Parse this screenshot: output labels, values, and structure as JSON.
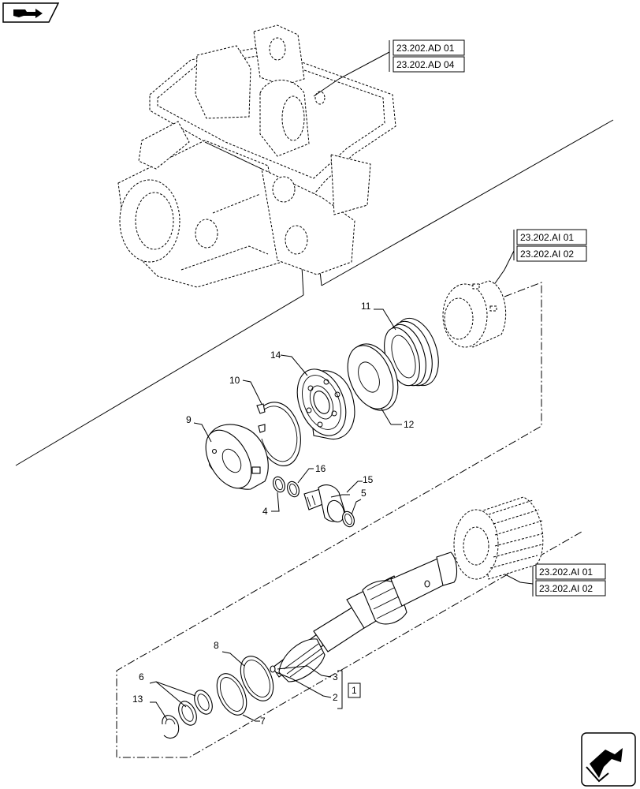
{
  "refs": {
    "ad_top": "23.202.AD 01",
    "ad_bottom": "23.202.AD 04",
    "ai_upper_top": "23.202.AI 01",
    "ai_upper_bottom": "23.202.AI 02",
    "ai_lower_top": "23.202.AI 01",
    "ai_lower_bottom": "23.202.AI 02"
  },
  "callouts": {
    "c1": "1",
    "c2": "2",
    "c3": "3",
    "c4": "4",
    "c5": "5",
    "c6": "6",
    "c7": "7",
    "c8": "8",
    "c9": "9",
    "c10": "10",
    "c11": "11",
    "c12": "12",
    "c13": "13",
    "c14": "14",
    "c15": "15",
    "c16": "16"
  },
  "icons": {
    "top_left": "book-arrow-icon",
    "bottom_right": "next-page-arrow-icon"
  }
}
